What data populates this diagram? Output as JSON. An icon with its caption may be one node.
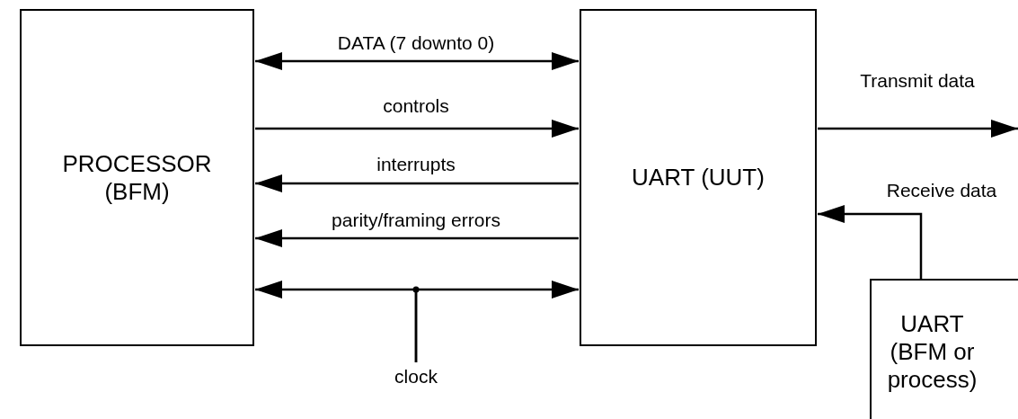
{
  "diagram": {
    "nodes": [
      {
        "text": [
          "PROCESSOR (BFM)"
        ]
      },
      {
        "text": [
          "UART (UUT)"
        ]
      },
      {
        "text": [
          "UART (BFM or process)"
        ]
      },
      {
        "text": [
          "clock"
        ]
      }
    ],
    "edges": [
      {
        "from": 0,
        "to": 1,
        "arrow": "both",
        "label": "DATA (7 downto 0)"
      },
      {
        "from": 0,
        "to": 1,
        "arrow": "to",
        "label": "controls"
      },
      {
        "from": 1,
        "to": 0,
        "arrow": "to",
        "label": "interrupts"
      },
      {
        "from": 1,
        "to": 0,
        "arrow": "to",
        "label": "parity/framing errors"
      },
      {
        "from": 3,
        "to": 0,
        "arrow": "to"
      },
      {
        "from": 3,
        "to": 1,
        "arrow": "to"
      },
      {
        "from": 1,
        "to": null,
        "arrow": "to",
        "label": "Transmit data"
      },
      {
        "from": 2,
        "to": 1,
        "arrow": "to",
        "label": "Receive data"
      }
    ]
  }
}
